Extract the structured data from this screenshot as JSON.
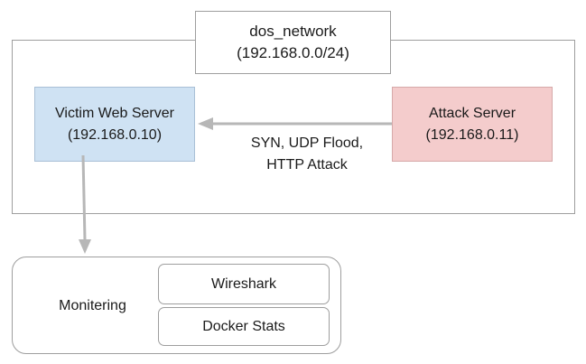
{
  "network": {
    "name": "dos_network",
    "subnet": "(192.168.0.0/24)"
  },
  "victim": {
    "name": "Victim Web Server",
    "ip": "(192.168.0.10)",
    "color": "#cfe2f3"
  },
  "attacker": {
    "name": "Attack Server",
    "ip": "(192.168.0.11)",
    "color": "#f4cccc"
  },
  "attack": {
    "line1": "SYN, UDP Flood,",
    "line2": "HTTP Attack"
  },
  "monitoring": {
    "label": "Monitering",
    "tools": [
      "Wireshark",
      "Docker Stats"
    ]
  },
  "arrow_color": "#b7b7b7"
}
